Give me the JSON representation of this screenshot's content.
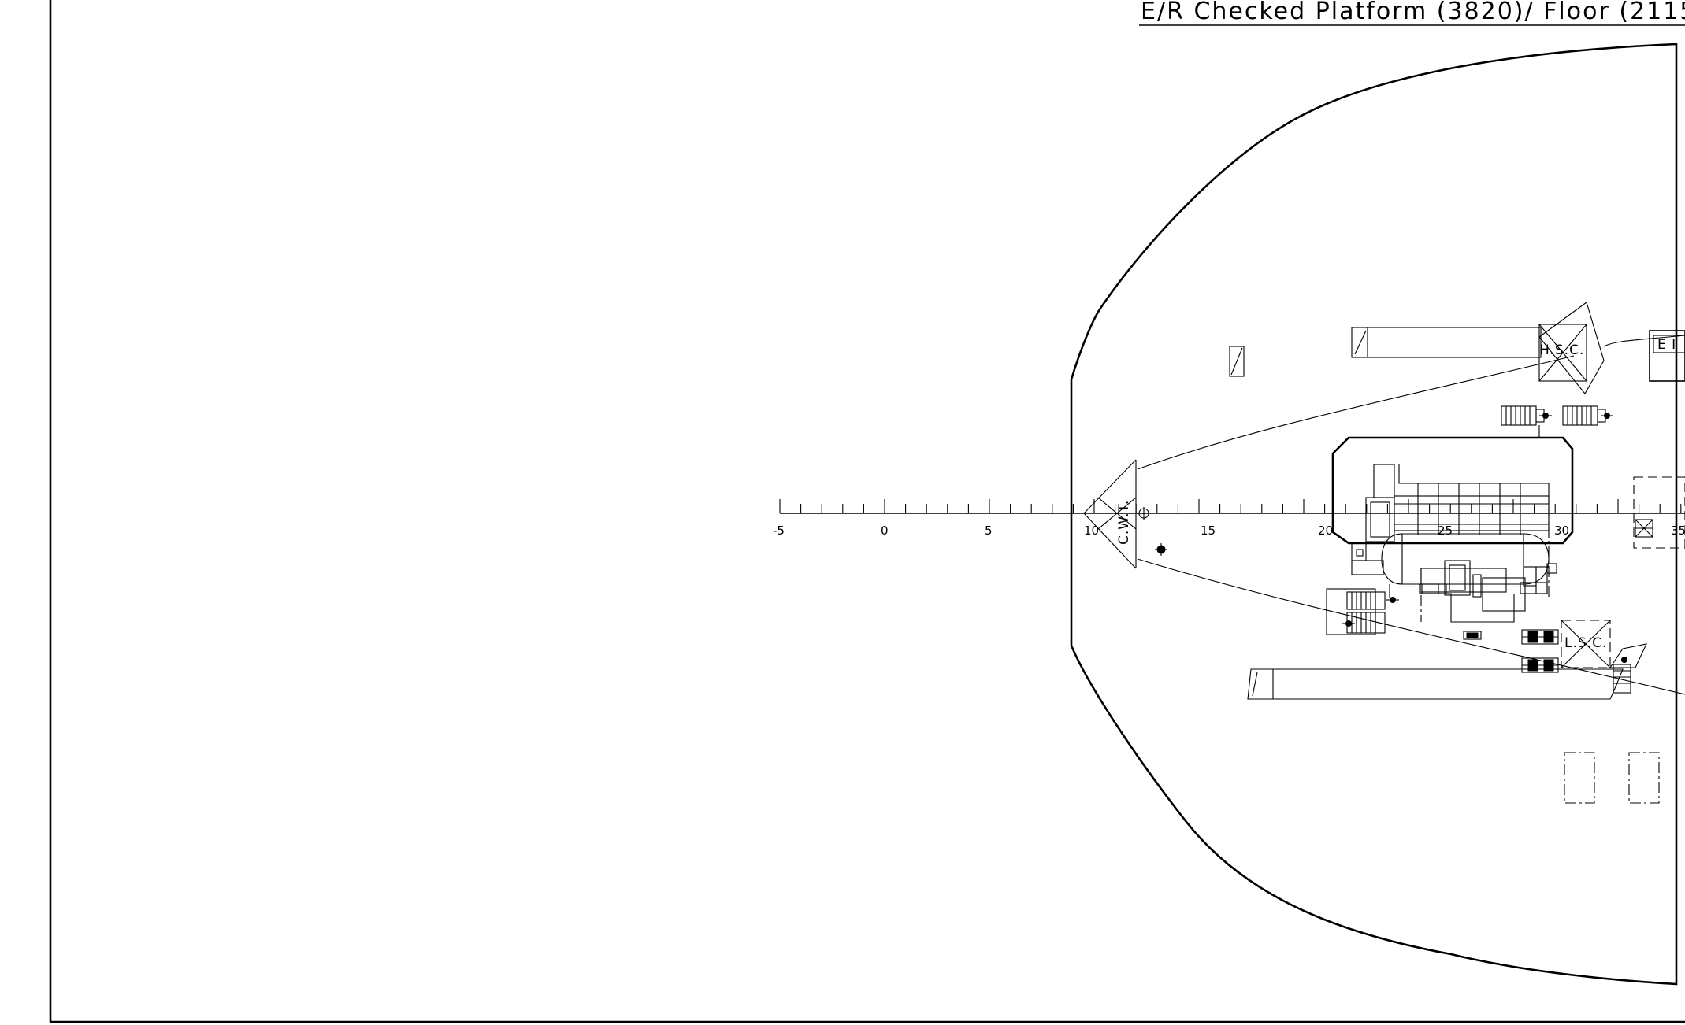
{
  "drawing": {
    "title": "E/R Checked Platform (3820)/ Floor (2115",
    "tags": {
      "hsc": "H.S.C.",
      "lsc": "L.S.C.",
      "cwt": "C.W.T.",
      "ei": "E I"
    },
    "frame_scale": {
      "labels": [
        "-5",
        "0",
        "5",
        "10",
        "15",
        "20",
        "25",
        "30",
        "35"
      ]
    }
  }
}
